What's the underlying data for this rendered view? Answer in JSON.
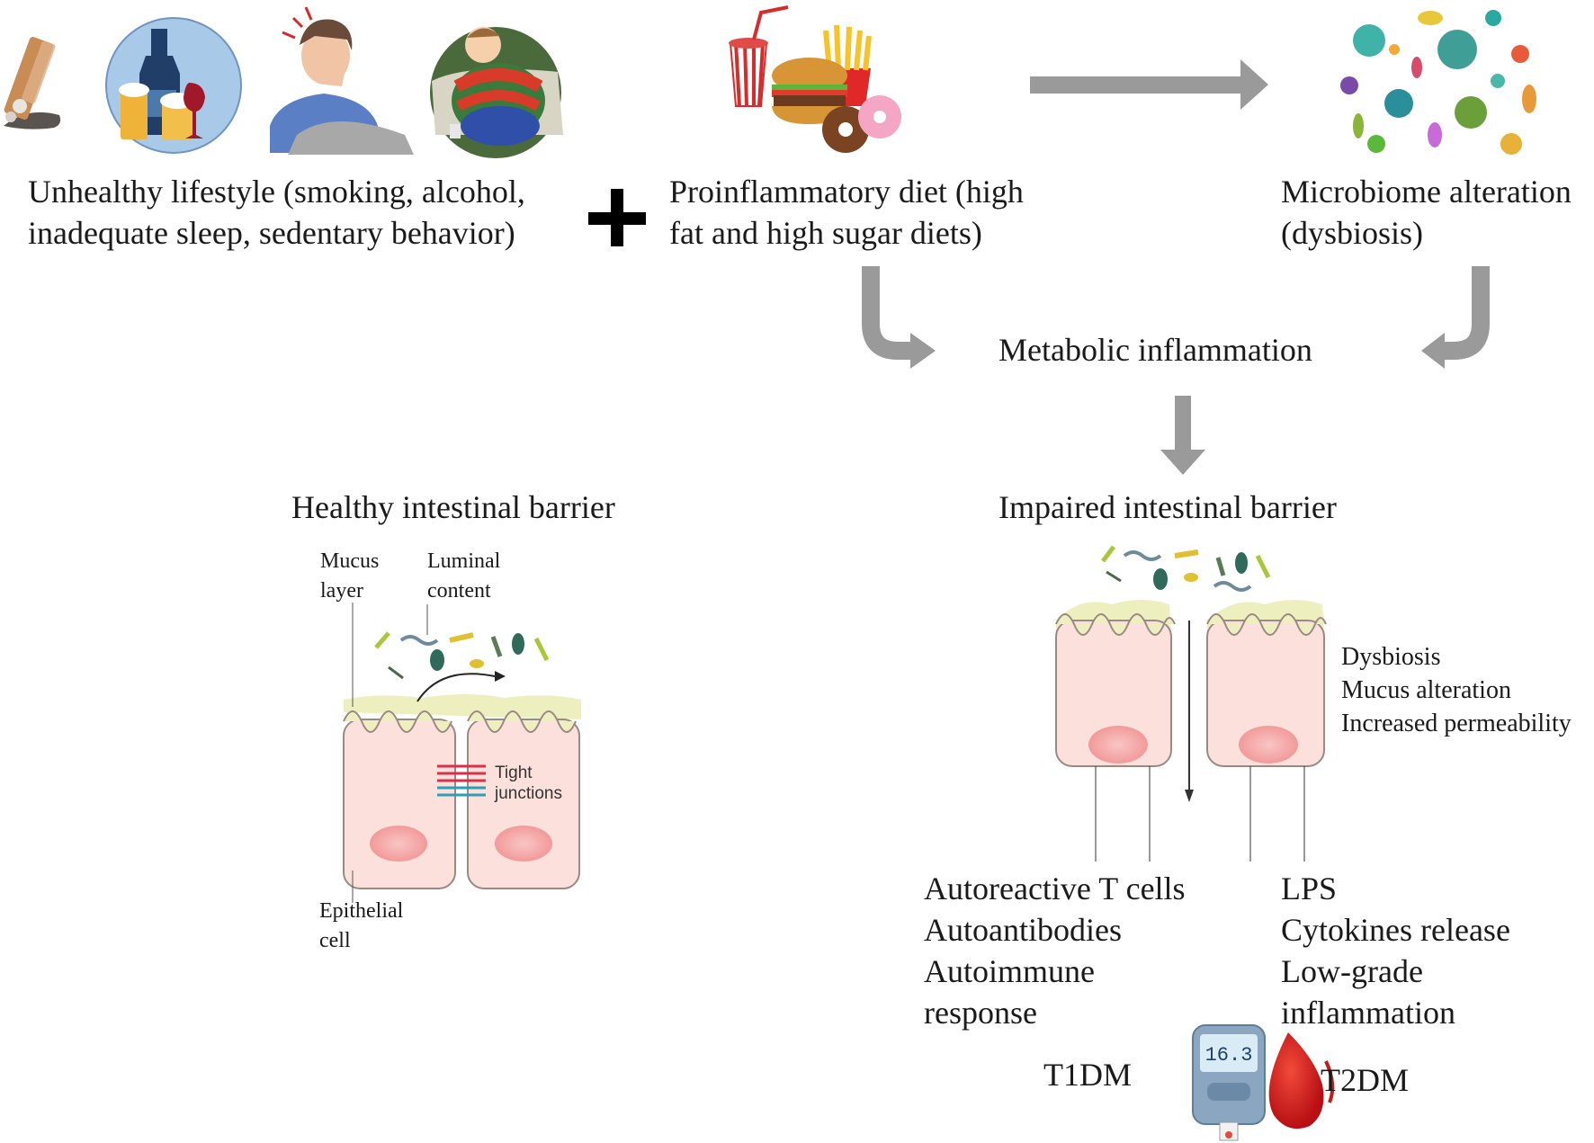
{
  "top": {
    "lifestyle_label": "Unhealthy lifestyle (smoking, alcohol,\ninadequate sleep, sedentary behavior)",
    "plus_symbol": "+",
    "diet_label": "Proinflammatory diet (high\nfat and high sugar diets)",
    "microbiome_label": "Microbiome alteration\n(dysbiosis)"
  },
  "center": {
    "metabolic_label": "Metabolic inflammation"
  },
  "healthy": {
    "title": "Healthy intestinal barrier",
    "mucus_label": "Mucus\nlayer",
    "luminal_label": "Luminal\ncontent",
    "tight_label": "Tight\njunctions",
    "epithelial_label": "Epithelial\ncell"
  },
  "impaired": {
    "title": "Impaired intestinal barrier",
    "effects": "Dysbiosis\nMucus alteration\nIncreased permeability"
  },
  "outcomes": {
    "left_list": "Autoreactive T cells\nAutoantibodies\nAutoimmune\nresponse",
    "right_list": "LPS\nCytokines release\nLow-grade\ninflammation",
    "t1dm": "T1DM",
    "t2dm": "T2DM",
    "meter_reading": "16.3"
  },
  "colors": {
    "arrow_gray": "#9a9a9a",
    "cell_fill": "#fbe0dc",
    "cell_stroke": "#9a8a86",
    "nucleus": "#f5a8a8",
    "mucus": "#eeefbf",
    "tight_red": "#d8314a",
    "tight_teal": "#2a9fb5",
    "blood_red": "#d81e1e"
  }
}
